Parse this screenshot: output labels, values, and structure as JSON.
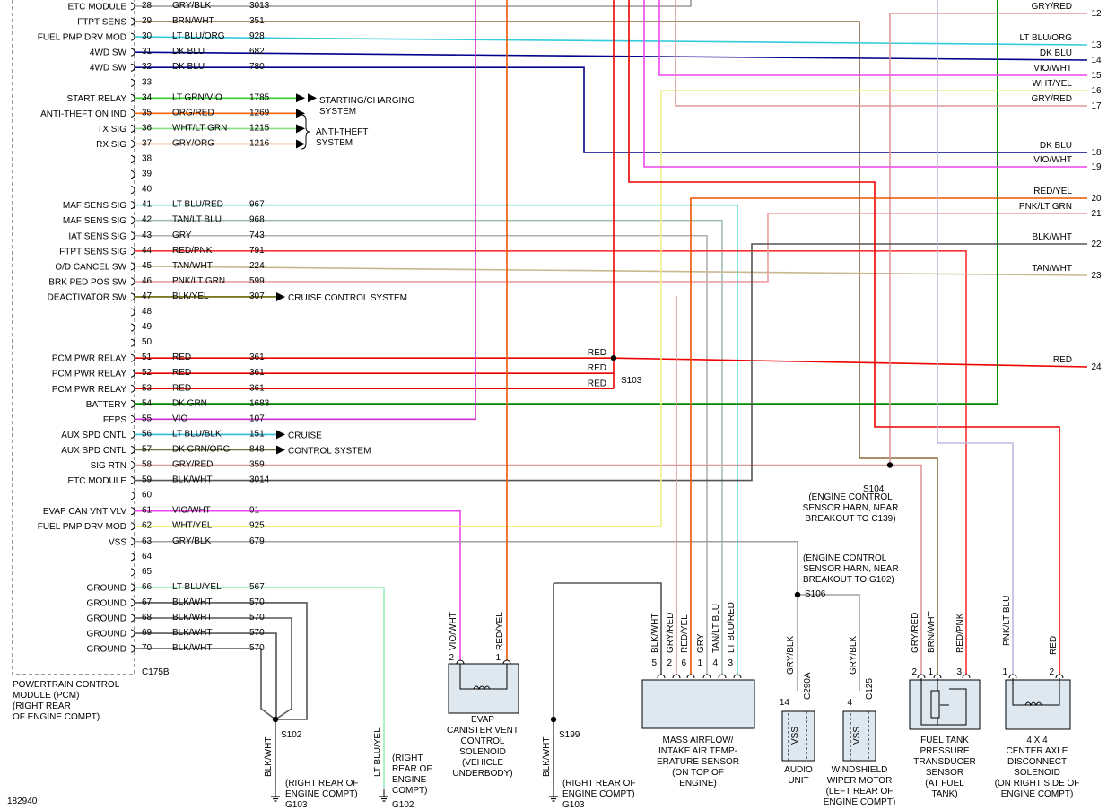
{
  "figure_id": "182940",
  "pcm": {
    "connector": "C175B",
    "caption": [
      "POWERTRAIN CONTROL",
      "MODULE (PCM)",
      "(RIGHT REAR",
      "OF ENGINE COMPT)"
    ],
    "pins": [
      {
        "pin": "28",
        "func": "ETC MODULE",
        "wire": "GRY/BLK",
        "circuit": "3013",
        "color": "#9a9a9a"
      },
      {
        "pin": "29",
        "func": "FTPT SENS",
        "wire": "BRN/WHT",
        "circuit": "351",
        "color": "#8a6a3a"
      },
      {
        "pin": "30",
        "func": "FUEL PMP DRV MOD",
        "wire": "LT BLU/ORG",
        "circuit": "928",
        "color": "#33ccdd"
      },
      {
        "pin": "31",
        "func": "4WD SW",
        "wire": "DK BLU",
        "circuit": "682",
        "color": "#00008b"
      },
      {
        "pin": "32",
        "func": "4WD SW",
        "wire": "DK BLU",
        "circuit": "780",
        "color": "#00008b"
      },
      {
        "pin": "33",
        "func": "",
        "wire": "",
        "circuit": "",
        "color": ""
      },
      {
        "pin": "34",
        "func": "START RELAY",
        "wire": "LT GRN/VIO",
        "circuit": "1785",
        "color": "#33cc33"
      },
      {
        "pin": "35",
        "func": "ANTI-THEFT ON IND",
        "wire": "ORG/RED",
        "circuit": "1269",
        "color": "#ff6600"
      },
      {
        "pin": "36",
        "func": "TX SIG",
        "wire": "WHT/LT GRN",
        "circuit": "1215",
        "color": "#88dd88"
      },
      {
        "pin": "37",
        "func": "RX SIG",
        "wire": "GRY/ORG",
        "circuit": "1216",
        "color": "#e8a070"
      },
      {
        "pin": "38",
        "func": "",
        "wire": "",
        "circuit": "",
        "color": ""
      },
      {
        "pin": "39",
        "func": "",
        "wire": "",
        "circuit": "",
        "color": ""
      },
      {
        "pin": "40",
        "func": "",
        "wire": "",
        "circuit": "",
        "color": ""
      },
      {
        "pin": "41",
        "func": "MAF SENS SIG",
        "wire": "LT BLU/RED",
        "circuit": "967",
        "color": "#66dddd"
      },
      {
        "pin": "42",
        "func": "MAF SENS SIG",
        "wire": "TAN/LT BLU",
        "circuit": "968",
        "color": "#a0c0b0"
      },
      {
        "pin": "43",
        "func": "IAT SENS SIG",
        "wire": "GRY",
        "circuit": "743",
        "color": "#b0b0b0"
      },
      {
        "pin": "44",
        "func": "FTPT SENS SIG",
        "wire": "RED/PNK",
        "circuit": "791",
        "color": "#ff3333"
      },
      {
        "pin": "45",
        "func": "O/D CANCEL SW",
        "wire": "TAN/WHT",
        "circuit": "224",
        "color": "#c8b890"
      },
      {
        "pin": "46",
        "func": "BRK PED POS SW",
        "wire": "PNK/LT GRN",
        "circuit": "599",
        "color": "#e8a0a0"
      },
      {
        "pin": "47",
        "func": "DEACTIVATOR SW",
        "wire": "BLK/YEL",
        "circuit": "307",
        "color": "#666600"
      },
      {
        "pin": "48",
        "func": "",
        "wire": "",
        "circuit": "",
        "color": ""
      },
      {
        "pin": "49",
        "func": "",
        "wire": "",
        "circuit": "",
        "color": ""
      },
      {
        "pin": "50",
        "func": "",
        "wire": "",
        "circuit": "",
        "color": ""
      },
      {
        "pin": "51",
        "func": "PCM PWR RELAY",
        "wire": "RED",
        "circuit": "361",
        "color": "#ee0000"
      },
      {
        "pin": "52",
        "func": "PCM PWR RELAY",
        "wire": "RED",
        "circuit": "361",
        "color": "#ee0000"
      },
      {
        "pin": "53",
        "func": "PCM PWR RELAY",
        "wire": "RED",
        "circuit": "361",
        "color": "#ee0000"
      },
      {
        "pin": "54",
        "func": "BATTERY",
        "wire": "DK GRN",
        "circuit": "1683",
        "color": "#008800"
      },
      {
        "pin": "55",
        "func": "FEPS",
        "wire": "VIO",
        "circuit": "107",
        "color": "#cc33cc"
      },
      {
        "pin": "56",
        "func": "AUX SPD CNTL",
        "wire": "LT BLU/BLK",
        "circuit": "151",
        "color": "#33bbdd"
      },
      {
        "pin": "57",
        "func": "AUX SPD CNTL",
        "wire": "DK GRN/ORG",
        "circuit": "848",
        "color": "#667733"
      },
      {
        "pin": "58",
        "func": "SIG RTN",
        "wire": "GRY/RED",
        "circuit": "359",
        "color": "#dd9999"
      },
      {
        "pin": "59",
        "func": "ETC MODULE",
        "wire": "BLK/WHT",
        "circuit": "3014",
        "color": "#555555"
      },
      {
        "pin": "60",
        "func": "",
        "wire": "",
        "circuit": "",
        "color": ""
      },
      {
        "pin": "61",
        "func": "EVAP CAN VNT VLV",
        "wire": "VIO/WHT",
        "circuit": "91",
        "color": "#ee44ee"
      },
      {
        "pin": "62",
        "func": "FUEL PMP DRV MOD",
        "wire": "WHT/YEL",
        "circuit": "925",
        "color": "#eeee88"
      },
      {
        "pin": "63",
        "func": "VSS",
        "wire": "GRY/BLK",
        "circuit": "679",
        "color": "#a0a0a0"
      },
      {
        "pin": "64",
        "func": "",
        "wire": "",
        "circuit": "",
        "color": ""
      },
      {
        "pin": "65",
        "func": "",
        "wire": "",
        "circuit": "",
        "color": ""
      },
      {
        "pin": "66",
        "func": "GROUND",
        "wire": "LT BLU/YEL",
        "circuit": "567",
        "color": "#99eebb"
      },
      {
        "pin": "67",
        "func": "GROUND",
        "wire": "BLK/WHT",
        "circuit": "570",
        "color": "#555555"
      },
      {
        "pin": "68",
        "func": "GROUND",
        "wire": "BLK/WHT",
        "circuit": "570",
        "color": "#555555"
      },
      {
        "pin": "69",
        "func": "GROUND",
        "wire": "BLK/WHT",
        "circuit": "570",
        "color": "#555555"
      },
      {
        "pin": "70",
        "func": "GROUND",
        "wire": "BLK/WHT",
        "circuit": "570",
        "color": "#555555"
      }
    ]
  },
  "arrow_destinations": {
    "starting_charging": [
      "STARTING/CHARGING",
      "SYSTEM"
    ],
    "anti_theft": [
      "ANTI-THEFT",
      "SYSTEM"
    ],
    "cruise_control": "CRUISE CONTROL SYSTEM",
    "cruise": "CRUISE",
    "control_system": "CONTROL SYSTEM"
  },
  "right_connector": [
    {
      "pin": "12",
      "wire": "GRY/RED"
    },
    {
      "pin": "13",
      "wire": "LT BLU/ORG"
    },
    {
      "pin": "14",
      "wire": "DK BLU"
    },
    {
      "pin": "15",
      "wire": "VIO/WHT"
    },
    {
      "pin": "16",
      "wire": "WHT/YEL"
    },
    {
      "pin": "17",
      "wire": "GRY/RED"
    },
    {
      "pin": "18",
      "wire": "DK BLU"
    },
    {
      "pin": "19",
      "wire": "VIO/WHT"
    },
    {
      "pin": "20",
      "wire": "RED/YEL"
    },
    {
      "pin": "21",
      "wire": "PNK/LT GRN"
    },
    {
      "pin": "22",
      "wire": "BLK/WHT"
    },
    {
      "pin": "23",
      "wire": "TAN/WHT"
    },
    {
      "pin": "24",
      "wire": "RED"
    }
  ],
  "splices": {
    "s103": {
      "id": "S103",
      "labels": [
        "RED",
        "RED",
        "RED"
      ]
    },
    "s104": {
      "id": "S104",
      "caption": [
        "(ENGINE CONTROL",
        "SENSOR HARN, NEAR",
        "BREAKOUT TO C139)"
      ]
    },
    "s106": {
      "id": "S106",
      "caption": [
        "(ENGINE CONTROL",
        "SENSOR HARN, NEAR",
        "BREAKOUT TO G102)"
      ]
    },
    "s102": {
      "id": "S102"
    },
    "s199": {
      "id": "S199"
    }
  },
  "grounds": {
    "g103a": {
      "wire": "BLK/WHT",
      "id": "G103",
      "caption": [
        "(RIGHT REAR OF",
        "ENGINE COMPT)"
      ]
    },
    "g102": {
      "wire": "LT BLU/YEL",
      "id": "G102",
      "caption": [
        "(RIGHT",
        "REAR OF",
        "ENGINE",
        "COMPT)"
      ]
    },
    "g103b": {
      "wire": "BLK/WHT",
      "id": "G103",
      "caption": [
        "(RIGHT REAR OF",
        "ENGINE COMPT)"
      ]
    }
  },
  "components": {
    "evap": {
      "wires": [
        {
          "pin": "2",
          "wire": "VIO/WHT"
        },
        {
          "pin": "1",
          "wire": "RED/YEL"
        }
      ],
      "caption": [
        "EVAP",
        "CANISTER VENT",
        "CONTROL",
        "SOLENOID",
        "(VEHICLE",
        "UNDERBODY)"
      ]
    },
    "maf": {
      "wires": [
        {
          "pin": "5",
          "wire": "BLK/WHT"
        },
        {
          "pin": "2",
          "wire": "GRY/RED"
        },
        {
          "pin": "6",
          "wire": "RED/YEL"
        },
        {
          "pin": "1",
          "wire": "GRY"
        },
        {
          "pin": "4",
          "wire": "TAN/LT BLU"
        },
        {
          "pin": "3",
          "wire": "LT BLU/RED"
        }
      ],
      "caption": [
        "MASS AIRFLOW/",
        "INTAKE AIR TEMP-",
        "ERATURE SENSOR",
        "(ON TOP OF",
        "ENGINE)"
      ]
    },
    "audio": {
      "wire": "GRY/BLK",
      "pin": "14",
      "connector": "C290A",
      "label": "VSS",
      "caption": [
        "AUDIO",
        "UNIT"
      ]
    },
    "wiper": {
      "wire": "GRY/BLK",
      "pin": "4",
      "connector": "C125",
      "label": "VSS",
      "caption": [
        "WINDSHIELD",
        "WIPER MOTOR",
        "(LEFT REAR OF",
        "ENGINE COMPT)"
      ]
    },
    "ftpt": {
      "wires": [
        {
          "pin": "2",
          "wire": "GRY/RED"
        },
        {
          "pin": "1",
          "wire": "BRN/WHT"
        },
        {
          "pin": "3",
          "wire": "RED/PNK"
        }
      ],
      "caption": [
        "FUEL TANK",
        "PRESSURE",
        "TRANSDUCER",
        "SENSOR",
        "(AT FUEL",
        "TANK)"
      ]
    },
    "axle": {
      "wires": [
        {
          "pin": "1",
          "wire": "PNK/LT BLU"
        },
        {
          "pin": "2",
          "wire": "RED"
        }
      ],
      "caption": [
        "4 X 4",
        "CENTER AXLE",
        "DISCONNECT",
        "SOLENOID",
        "(ON RIGHT SIDE OF",
        "ENGINE COMPT)"
      ]
    }
  }
}
